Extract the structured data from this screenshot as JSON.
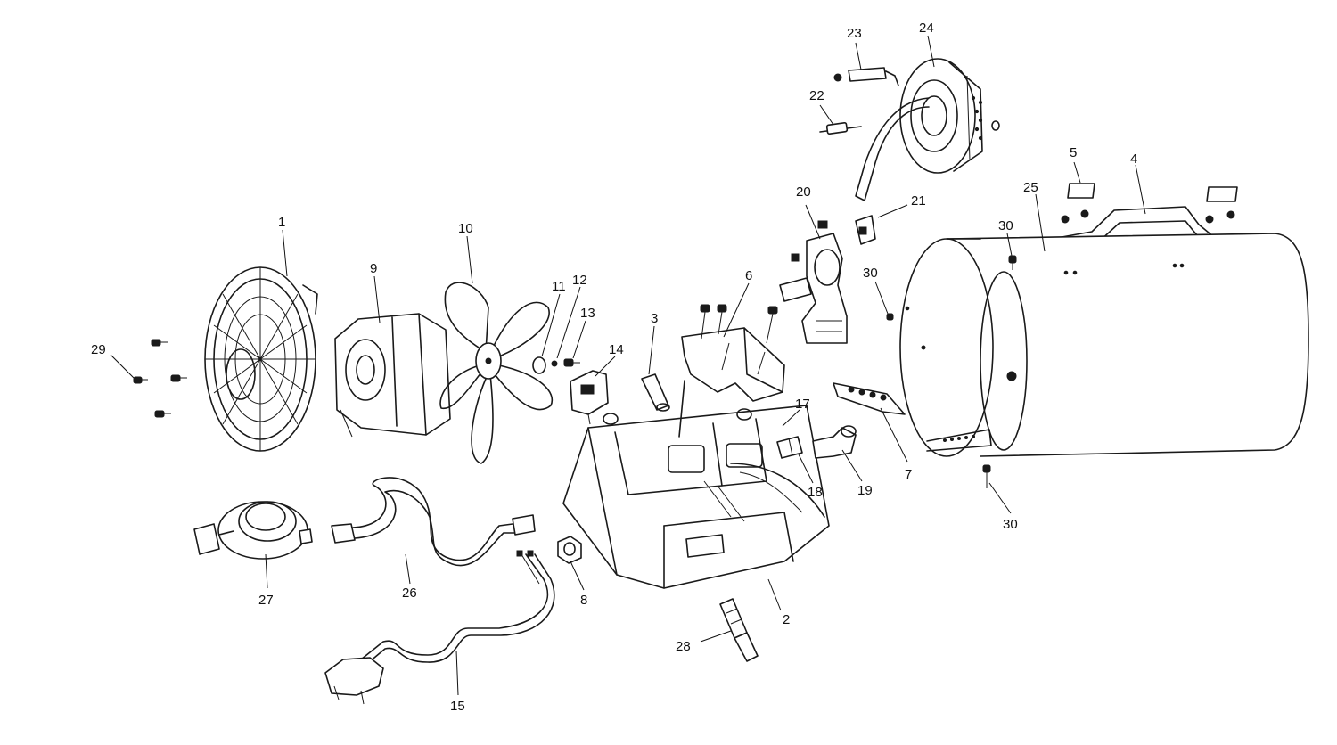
{
  "callouts": {
    "c1": "1",
    "c2": "2",
    "c3": "3",
    "c4": "4",
    "c5": "5",
    "c6": "6",
    "c7": "7",
    "c8": "8",
    "c9": "9",
    "c10": "10",
    "c11": "11",
    "c12": "12",
    "c13": "13",
    "c14": "14",
    "c15": "15",
    "c17": "17",
    "c18": "18",
    "c19": "19",
    "c20": "20",
    "c21": "21",
    "c22": "22",
    "c23": "23",
    "c24": "24",
    "c25": "25",
    "c26": "26",
    "c27": "27",
    "c28": "28",
    "c29": "29",
    "c30a": "30",
    "c30b": "30",
    "c30c": "30"
  }
}
